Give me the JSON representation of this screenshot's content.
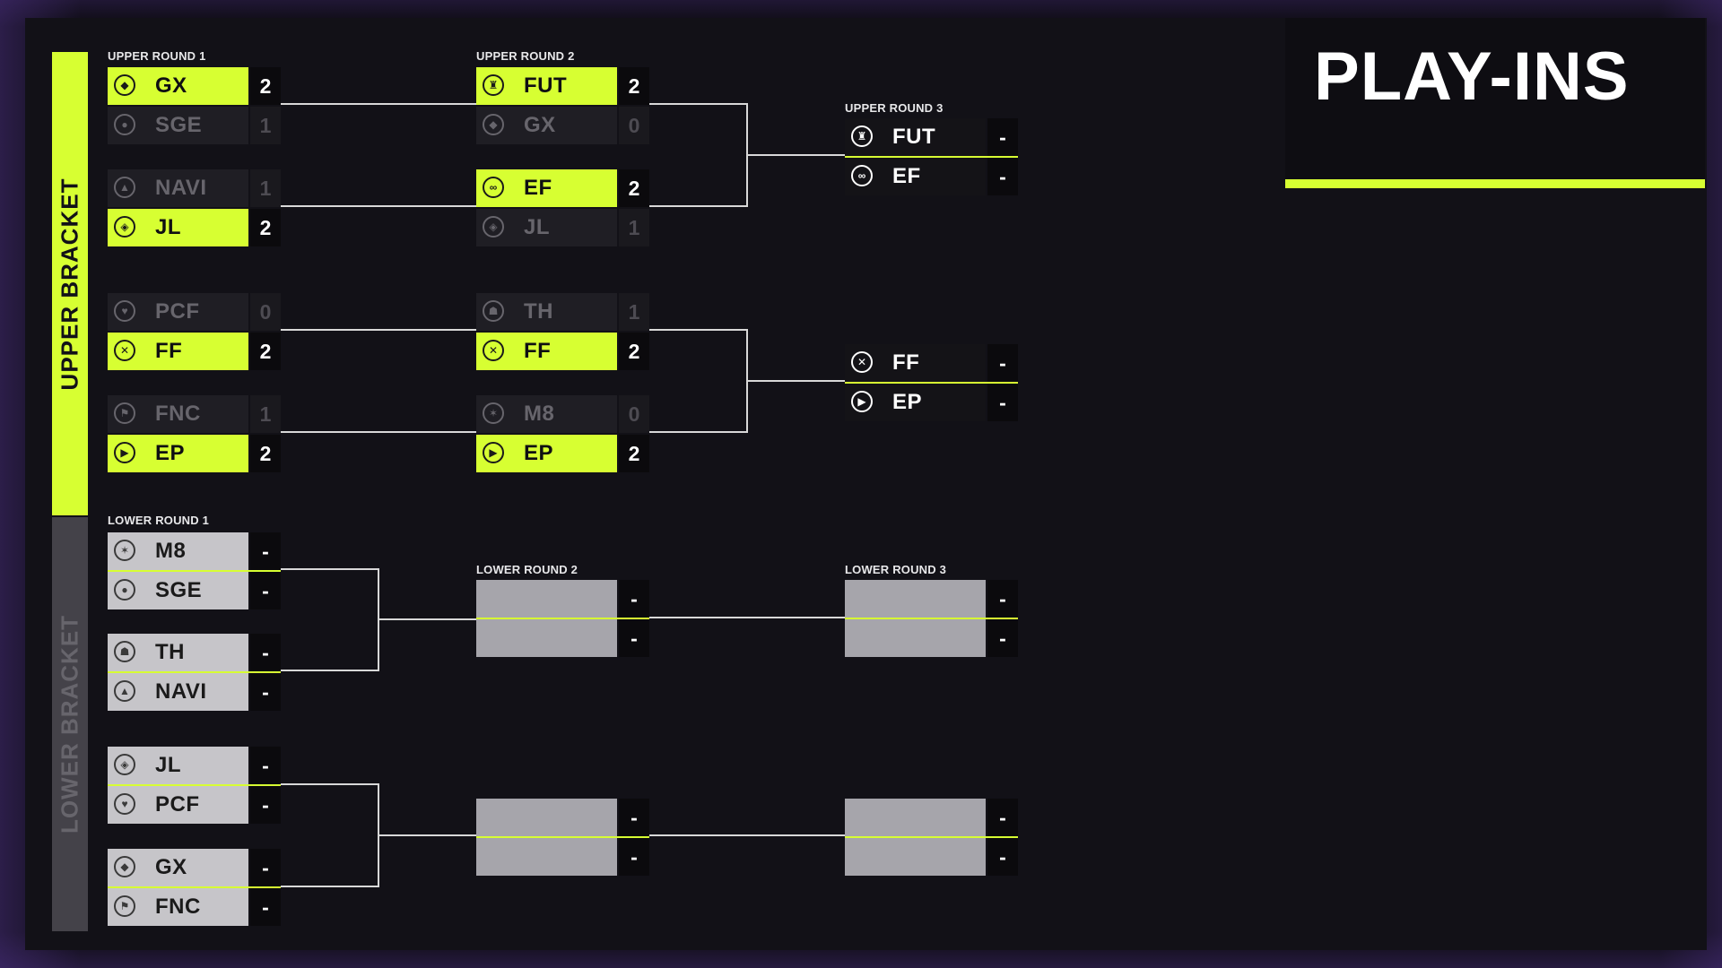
{
  "title": "PLAY-INS",
  "colors": {
    "accent": "#d7ff32",
    "panel": "#121117",
    "lower_bar": "#444249"
  },
  "brackets": {
    "upper_label": "UPPER BRACKET",
    "lower_label": "LOWER BRACKET"
  },
  "rounds": {
    "upper1": "UPPER ROUND 1",
    "upper2": "UPPER ROUND 2",
    "upper3": "UPPER ROUND 3",
    "lower1": "LOWER ROUND 1",
    "lower2": "LOWER ROUND 2",
    "lower3": "LOWER ROUND 3"
  },
  "matches": {
    "ur1_m1": [
      {
        "team": "GX",
        "score": "2",
        "icon": "gx-logo-icon"
      },
      {
        "team": "SGE",
        "score": "1",
        "icon": "sge-logo-icon"
      }
    ],
    "ur1_m2": [
      {
        "team": "NAVI",
        "score": "1",
        "icon": "navi-logo-icon"
      },
      {
        "team": "JL",
        "score": "2",
        "icon": "jl-logo-icon"
      }
    ],
    "ur1_m3": [
      {
        "team": "PCF",
        "score": "0",
        "icon": "pcf-logo-icon"
      },
      {
        "team": "FF",
        "score": "2",
        "icon": "ff-logo-icon"
      }
    ],
    "ur1_m4": [
      {
        "team": "FNC",
        "score": "1",
        "icon": "fnc-logo-icon"
      },
      {
        "team": "EP",
        "score": "2",
        "icon": "ep-logo-icon"
      }
    ],
    "ur2_m1": [
      {
        "team": "FUT",
        "score": "2",
        "icon": "fut-logo-icon"
      },
      {
        "team": "GX",
        "score": "0",
        "icon": "gx-logo-icon"
      }
    ],
    "ur2_m2": [
      {
        "team": "EF",
        "score": "2",
        "icon": "ef-logo-icon"
      },
      {
        "team": "JL",
        "score": "1",
        "icon": "jl-logo-icon"
      }
    ],
    "ur2_m3": [
      {
        "team": "TH",
        "score": "1",
        "icon": "th-logo-icon"
      },
      {
        "team": "FF",
        "score": "2",
        "icon": "ff-logo-icon"
      }
    ],
    "ur2_m4": [
      {
        "team": "M8",
        "score": "0",
        "icon": "m8-logo-icon"
      },
      {
        "team": "EP",
        "score": "2",
        "icon": "ep-logo-icon"
      }
    ],
    "ur3_m1": [
      {
        "team": "FUT",
        "score": "-",
        "icon": "fut-logo-icon"
      },
      {
        "team": "EF",
        "score": "-",
        "icon": "ef-logo-icon"
      }
    ],
    "ur3_m2": [
      {
        "team": "FF",
        "score": "-",
        "icon": "ff-logo-icon"
      },
      {
        "team": "EP",
        "score": "-",
        "icon": "ep-logo-icon"
      }
    ],
    "lr1_m1": [
      {
        "team": "M8",
        "score": "-",
        "icon": "m8-logo-icon"
      },
      {
        "team": "SGE",
        "score": "-",
        "icon": "sge-logo-icon"
      }
    ],
    "lr1_m2": [
      {
        "team": "TH",
        "score": "-",
        "icon": "th-logo-icon"
      },
      {
        "team": "NAVI",
        "score": "-",
        "icon": "navi-logo-icon"
      }
    ],
    "lr1_m3": [
      {
        "team": "JL",
        "score": "-",
        "icon": "jl-logo-icon"
      },
      {
        "team": "PCF",
        "score": "-",
        "icon": "pcf-logo-icon"
      }
    ],
    "lr1_m4": [
      {
        "team": "GX",
        "score": "-",
        "icon": "gx-logo-icon"
      },
      {
        "team": "FNC",
        "score": "-",
        "icon": "fnc-logo-icon"
      }
    ],
    "lr2_m1": [
      {
        "score": "-"
      },
      {
        "score": "-"
      }
    ],
    "lr2_m2": [
      {
        "score": "-"
      },
      {
        "score": "-"
      }
    ],
    "lr3_m1": [
      {
        "score": "-"
      },
      {
        "score": "-"
      }
    ],
    "lr3_m2": [
      {
        "score": "-"
      },
      {
        "score": "-"
      }
    ]
  }
}
